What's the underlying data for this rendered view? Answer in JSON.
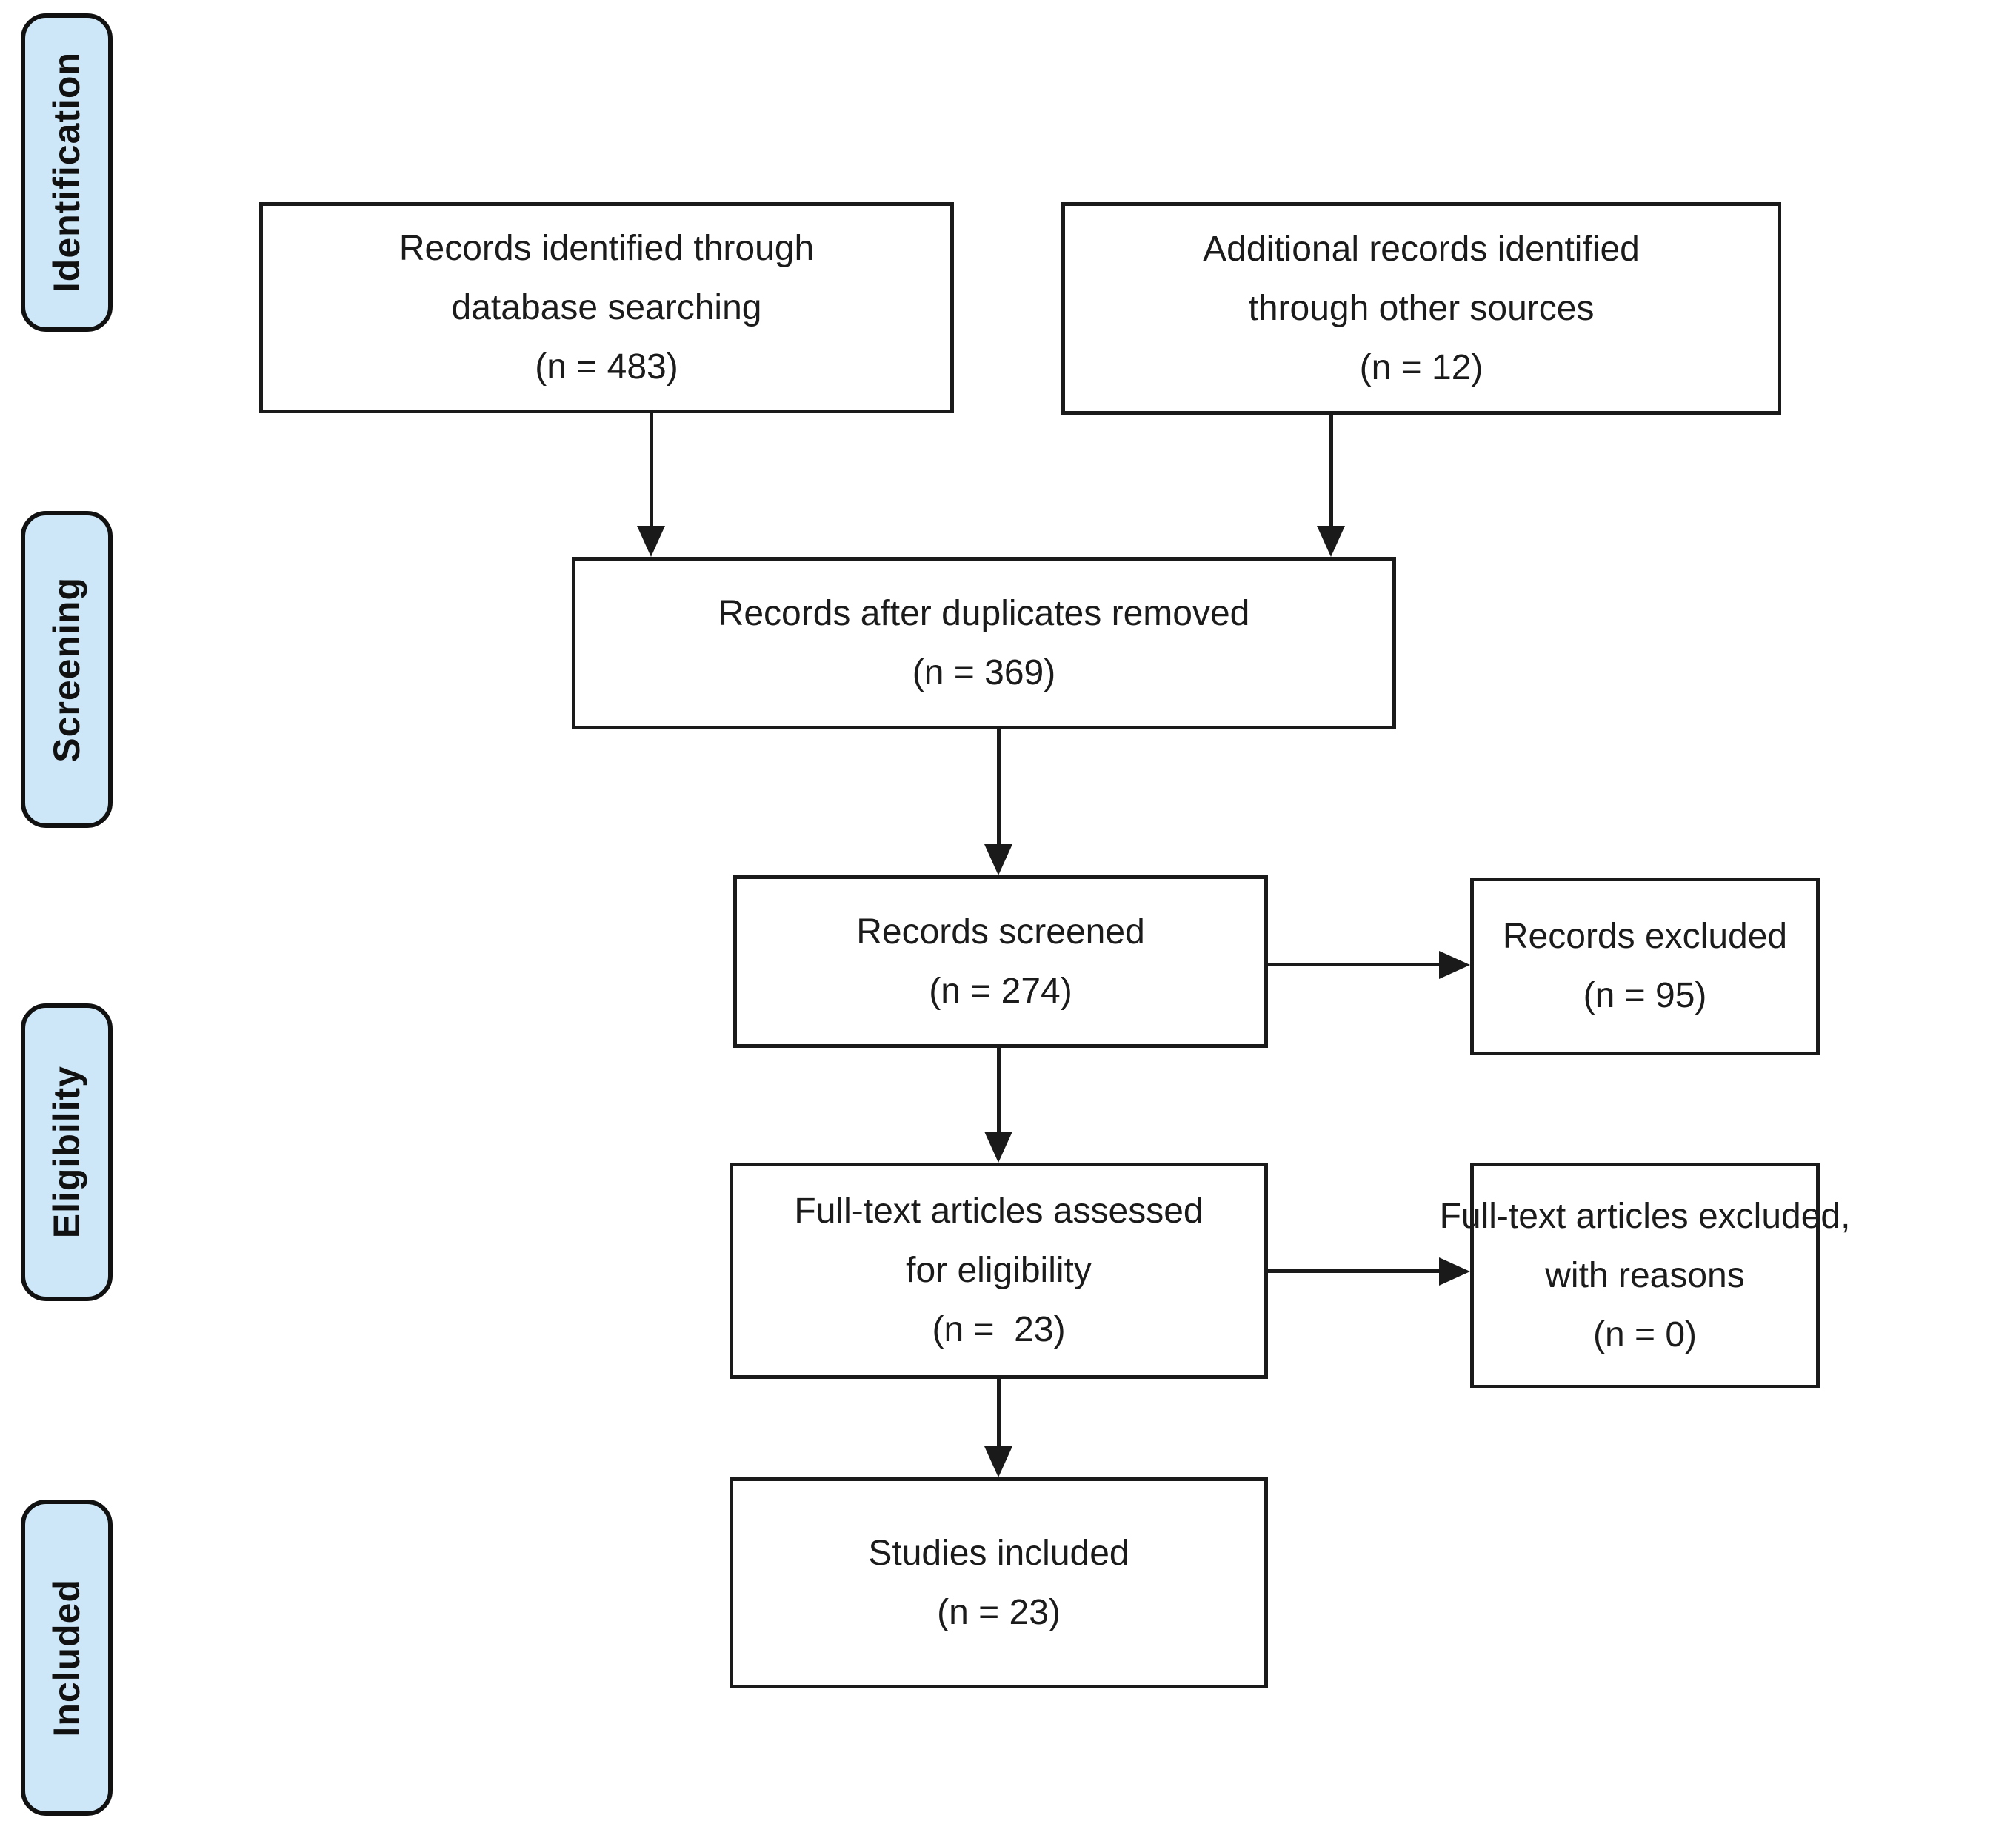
{
  "diagram_title": "PRISMA flow diagram",
  "colors": {
    "stage_fill": "#cde7f8",
    "stage_border": "#111111",
    "box_fill": "#ffffff",
    "box_border": "#1a1a1a",
    "arrow": "#1a1a1a",
    "text": "#1b1b1b"
  },
  "stages": [
    {
      "label": "Identification"
    },
    {
      "label": "Screening"
    },
    {
      "label": "Eligibility"
    },
    {
      "label": "Included"
    }
  ],
  "boxes": {
    "records_identified": {
      "lines": [
        "Records identified through",
        "database searching",
        "(n = 483)"
      ]
    },
    "additional_records": {
      "lines": [
        "Additional records identified",
        "through other sources",
        "(n = 12)"
      ]
    },
    "after_duplicates": {
      "lines": [
        "Records after duplicates removed",
        "(n = 369)"
      ]
    },
    "records_screened": {
      "lines": [
        "Records screened",
        "(n = 274)"
      ]
    },
    "records_excluded": {
      "lines": [
        "Records excluded",
        "(n = 95)"
      ]
    },
    "fulltext_assessed": {
      "lines": [
        "Full-text articles assessed",
        "for eligibility",
        "(n =  23)"
      ]
    },
    "fulltext_excluded": {
      "lines": [
        "Full-text articles excluded,",
        "with reasons",
        "(n = 0)"
      ]
    },
    "studies_included": {
      "lines": [
        "Studies included",
        "(n = 23)"
      ]
    }
  }
}
